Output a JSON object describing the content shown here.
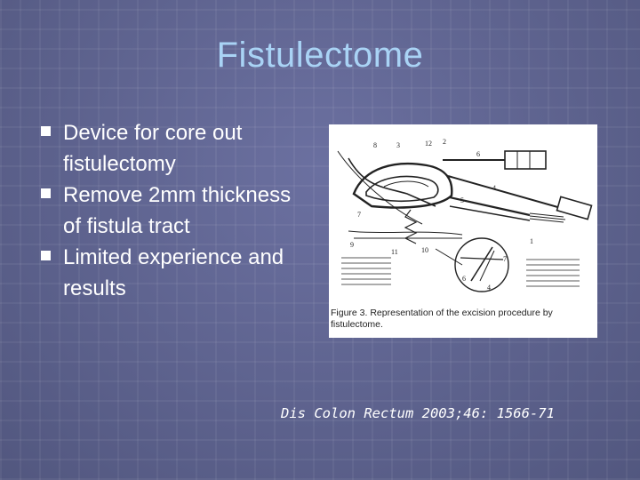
{
  "slide": {
    "title": "Fistulectome",
    "bullets": [
      "Device for core out fistulectomy",
      "Remove 2mm thickness of fistula tract",
      "Limited experience and results"
    ],
    "figure": {
      "caption": "Figure 3. Representation of the excision procedure by fistulectome.",
      "numbers": [
        "8",
        "3",
        "12",
        "2",
        "6",
        "4",
        "5",
        "7",
        "9",
        "11",
        "10",
        "1",
        "7",
        "6",
        "4"
      ]
    },
    "citation": "Dis Colon Rectum 2003;46: 1566-71"
  }
}
